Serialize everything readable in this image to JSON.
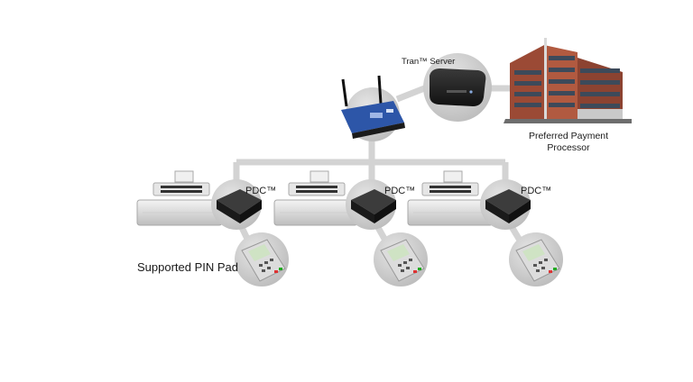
{
  "labels": {
    "tran_server": "Tran™ Server",
    "processor_line1": "Preferred Payment",
    "processor_line2": "Processor",
    "pdc": "PDC™",
    "pin_pad": "Supported PIN Pad"
  },
  "colors": {
    "network_line": "#d3d3d3",
    "bubble": "#cfcfcf",
    "device_black": "#222222",
    "router_blue": "#2d56a8",
    "building_brick": "#9b4a35",
    "building_glass": "#3d4a5a",
    "register_silver": "#e3e3e3",
    "pinpad_silver": "#dcdcdc",
    "pinpad_screen": "#cfe3c4"
  },
  "icons": [
    "router-icon",
    "tran-server-icon",
    "office-building-icon",
    "cash-register-icon",
    "pdc-device-icon",
    "pin-pad-icon"
  ]
}
